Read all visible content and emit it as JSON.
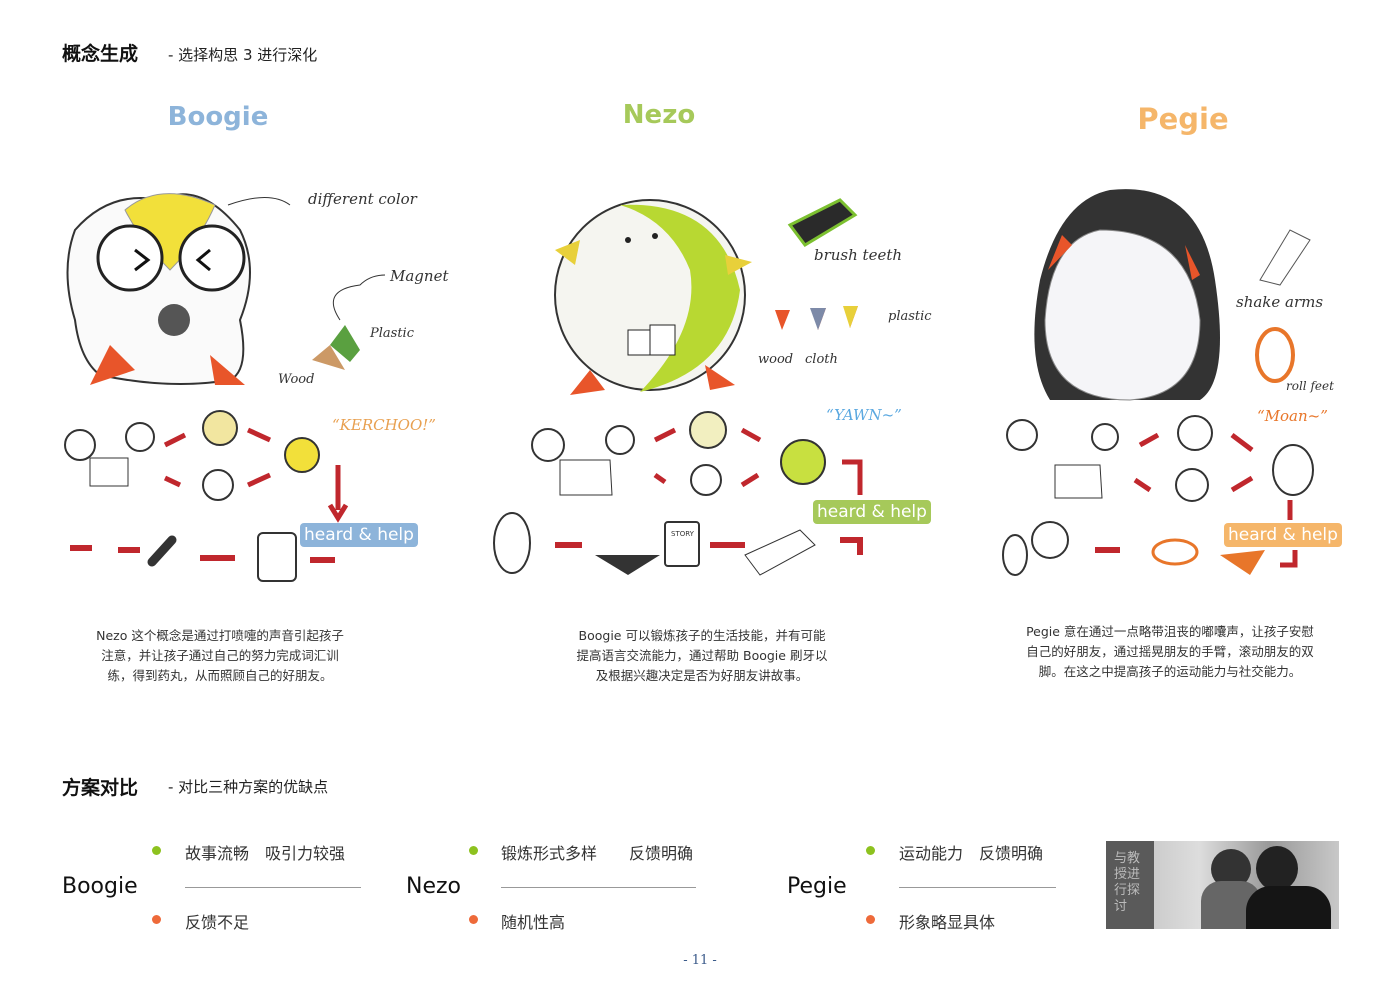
{
  "header": {
    "title": "概念生成",
    "subtitle": "- 选择构思 3 进行深化"
  },
  "concepts": [
    {
      "name": "Boogie",
      "color": "#8db4da",
      "annotations": [
        "different color",
        "Magnet",
        "Plastic",
        "Wood"
      ],
      "sound": "“KERCHOO!”",
      "badge": "heard & help",
      "badge_color": "#8db4da",
      "description": [
        "Nezo 这个概念是通过打喷嚏的声音引起孩子",
        "注意，并让孩子通过自己的努力完成词汇训",
        "练，得到药丸，从而照顾自己的好朋友。"
      ]
    },
    {
      "name": "Nezo",
      "color": "#a6c95a",
      "annotations": [
        "brush teeth",
        "wood",
        "cloth",
        "plastic"
      ],
      "sound": "“YAWN~”",
      "badge": "heard & help",
      "badge_color": "#a6c95a",
      "story_label": "STORY",
      "description": [
        "Boogie 可以锻炼孩子的生活技能，并有可能",
        "提高语言交流能力，通过帮助 Boogie 刷牙以",
        "及根据兴趣决定是否为好朋友讲故事。"
      ]
    },
    {
      "name": "Pegie",
      "color": "#f5b66a",
      "annotations": [
        "shake arms",
        "roll feet"
      ],
      "sound": "“Moan~”",
      "badge": "heard & help",
      "badge_color": "#f5b66a",
      "description": [
        "Pegie 意在通过一点略带沮丧的嘟囔声，让孩子安慰",
        "自己的好朋友，通过摇晃朋友的手臂，滚动朋友的双",
        "脚。在这之中提高孩子的运动能力与社交能力。"
      ]
    }
  ],
  "comparison": {
    "title": "方案对比",
    "subtitle": "- 对比三种方案的优缺点",
    "pros_color": "#8dc21f",
    "cons_color": "#ee6a3a",
    "items": [
      {
        "name": "Boogie",
        "pros": "故事流畅　吸引力较强",
        "cons": "反馈不足"
      },
      {
        "name": "Nezo",
        "pros": "锻炼形式多样　　反馈明确",
        "cons": "随机性高"
      },
      {
        "name": "Pegie",
        "pros": "运动能力　反馈明确",
        "cons": "形象略显具体"
      }
    ],
    "photo_caption": "与教授进行探讨"
  },
  "page_number": "- 11 -"
}
